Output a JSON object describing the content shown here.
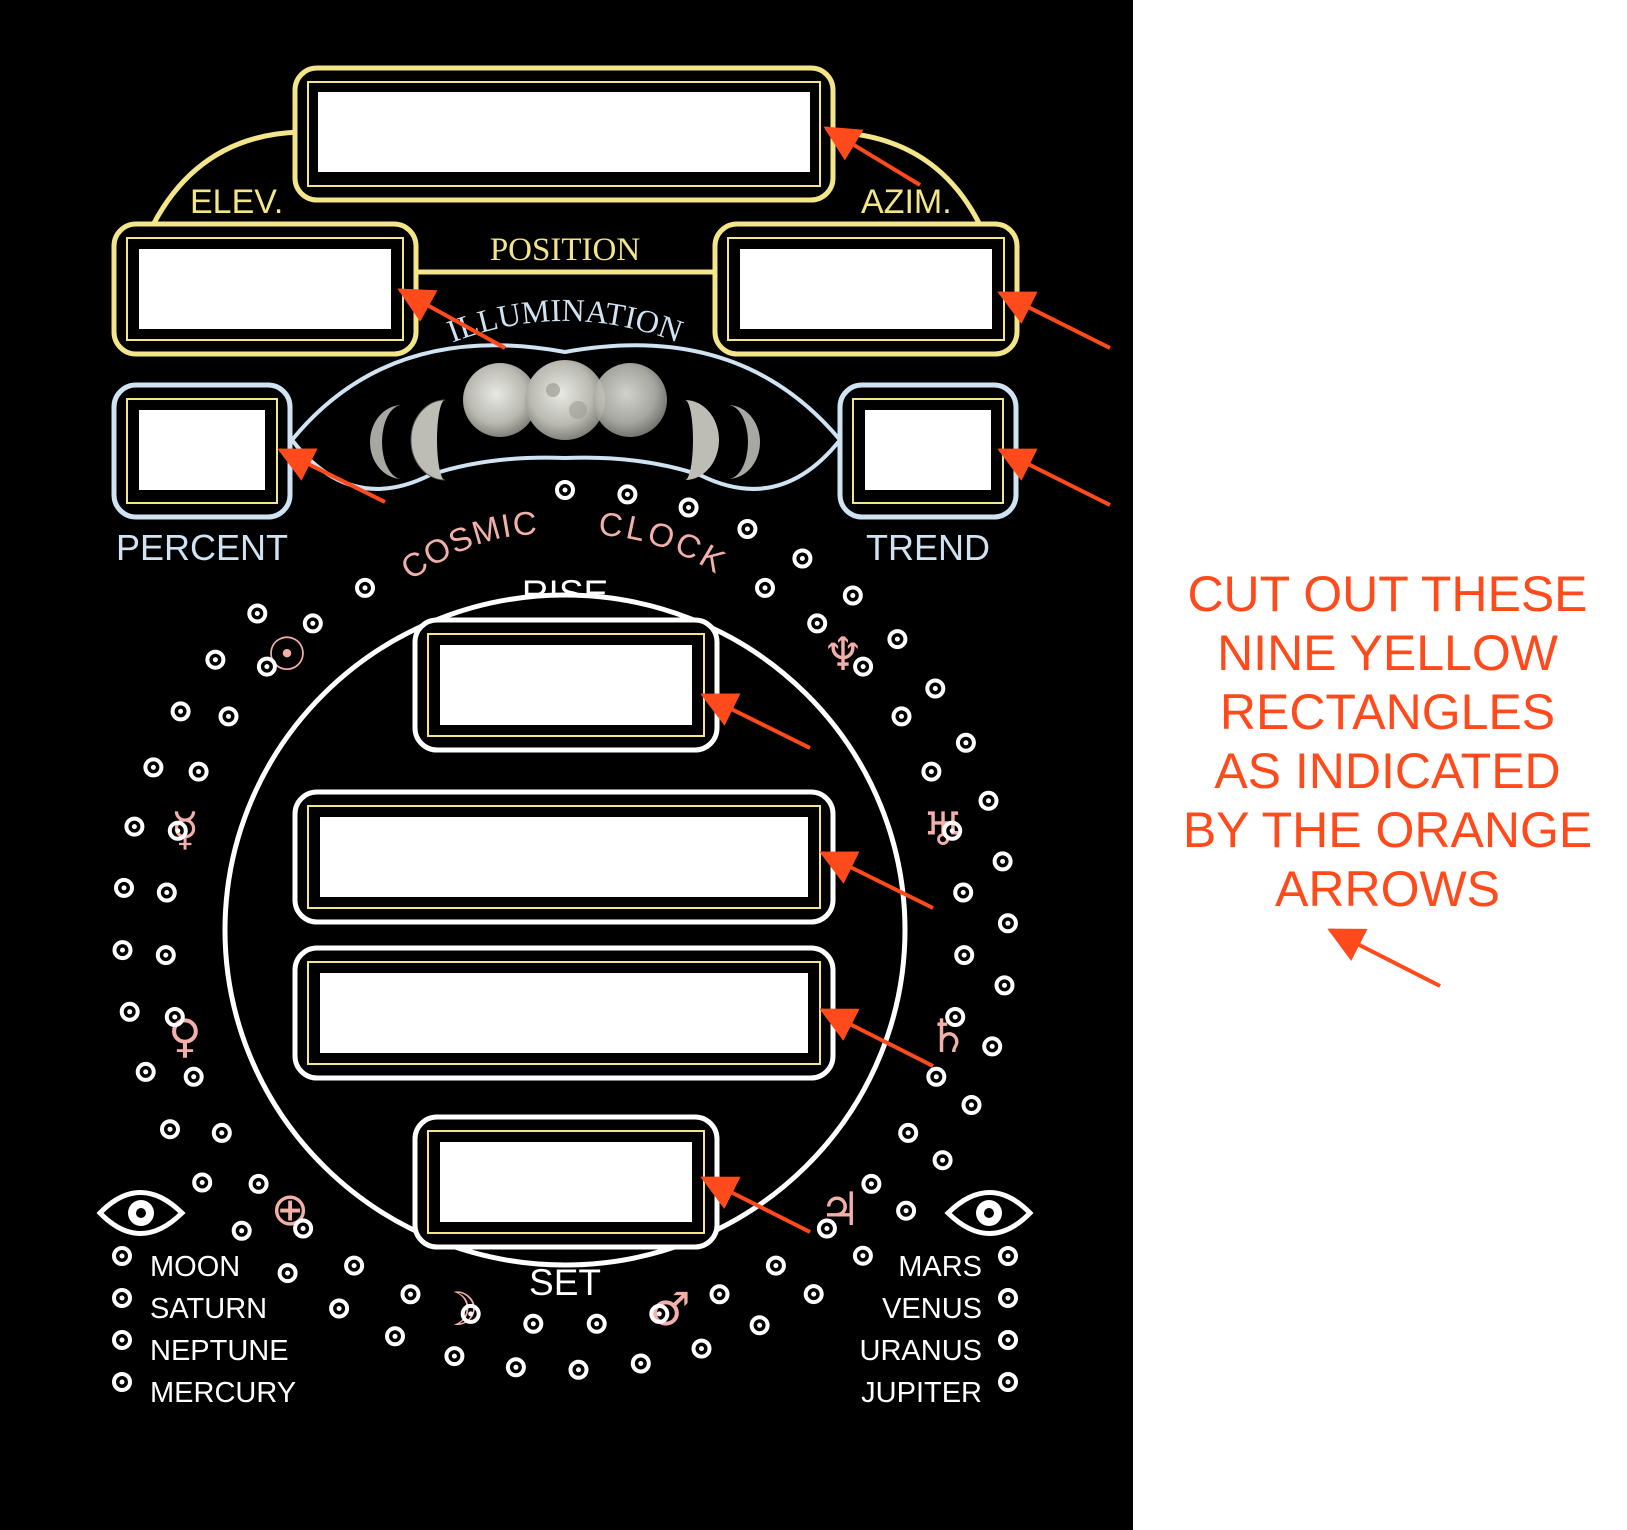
{
  "colors": {
    "background": "#000000",
    "yellow": "#f3e58a",
    "light_blue": "#cfe3f2",
    "white": "#ffffff",
    "pink": "#f3b0aa",
    "arrow_orange": "#ff4a1c"
  },
  "labels": {
    "elev": "ELEV.",
    "azim": "AZIM.",
    "position": "POSITION",
    "illumination": "ILLUMINATION",
    "percent": "PERCENT",
    "trend": "TREND",
    "cosmic": "COSMIC",
    "clock": "CLOCK",
    "rise": "RISE",
    "set": "SET"
  },
  "legend_left": [
    "MOON",
    "SATURN",
    "NEPTUNE",
    "MERCURY"
  ],
  "legend_right": [
    "MARS",
    "VENUS",
    "URANUS",
    "JUPITER"
  ],
  "planet_symbols": {
    "sun": "☉",
    "neptune": "♆",
    "mercury": "☿",
    "uranus": "♅",
    "venus": "♀",
    "saturn": "♄",
    "earth": "⊕",
    "jupiter": "♃",
    "moon": "☽",
    "mars": "♂"
  },
  "icons": [
    "eye-icon",
    "moon-phase-icon"
  ],
  "instruction_lines": [
    "CUT OUT THESE",
    "NINE YELLOW",
    "RECTANGLES",
    "AS INDICATED",
    "BY THE ORANGE",
    "ARROWS"
  ]
}
